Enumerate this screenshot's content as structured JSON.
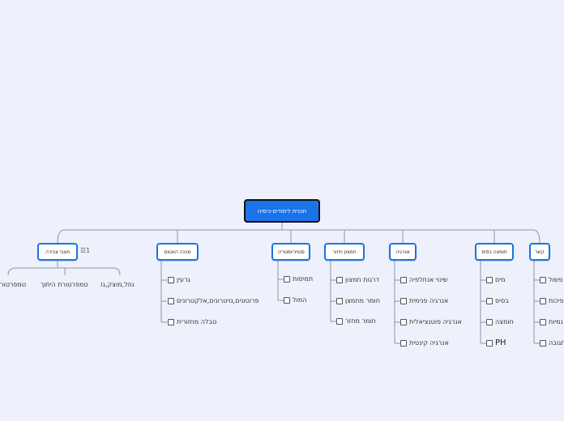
{
  "root": {
    "label": "תכנית לימודים-כימיה"
  },
  "branches": {
    "phase_change": {
      "label": "מצבי צבירה",
      "leaves": [
        "נוזל,מוצק,גז",
        "טמפרטורת היתוך",
        "טמפרטור"
      ]
    },
    "atom_structure": {
      "label": "מבנה האטום",
      "leaves": [
        "גרעין",
        "פרוטונים,נויטרונים,אלקטרונים",
        "טבלה מחזורית"
      ]
    },
    "stoichiometry": {
      "label": "סטויכיומטריה",
      "leaves": [
        "תמיסות",
        "המול"
      ]
    },
    "redox": {
      "label": "חמצון חיזור",
      "leaves": [
        "דרגות חמצון",
        "חומר מחמצן",
        "חומר מחזר"
      ]
    },
    "energy": {
      "label": "אנרגיה",
      "leaves": [
        "שינוי אנתלפיה",
        "אנרגיה פנימית",
        "אנרגיה פוטנציאלית",
        "אנרגיה קינטית"
      ]
    },
    "acid_base": {
      "label": "חומצה בסיס",
      "leaves": [
        "מים",
        "בסיס",
        "חומצה",
        "PH"
      ]
    },
    "bonding": {
      "label": "קשר",
      "leaves": [
        "פשול",
        "פיכות",
        "נמיות",
        "תגובה"
      ]
    }
  },
  "notes_icon": "notes-list-icon",
  "notes_count": "1",
  "colors": {
    "background": "#eef1fb",
    "accent": "#1a73e8",
    "line": "#8a94a8"
  }
}
